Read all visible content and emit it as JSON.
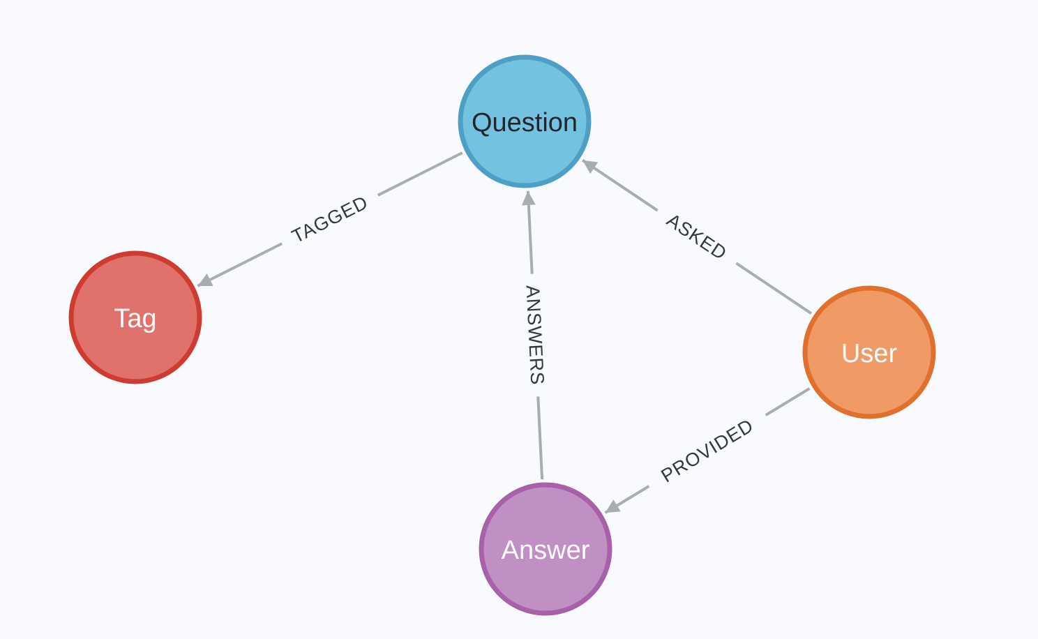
{
  "canvas": {
    "background_color": "#F9FAFD",
    "relationship_line_color": "#A9ACB2",
    "relationship_label_color": "#34373D"
  },
  "graph": {
    "nodes": [
      {
        "id": "question",
        "label": "Question",
        "fill": "#73C2E0",
        "stroke": "#4E9FC6",
        "text_color": "#20262E"
      },
      {
        "id": "tag",
        "label": "Tag",
        "fill": "#E0716B",
        "stroke": "#CE3C31",
        "text_color": "#FFFFFF"
      },
      {
        "id": "user",
        "label": "User",
        "fill": "#F09A66",
        "stroke": "#E0702E",
        "text_color": "#FFFFFF"
      },
      {
        "id": "answer",
        "label": "Answer",
        "fill": "#C08FC4",
        "stroke": "#A661A8",
        "text_color": "#FFFFFF"
      }
    ],
    "relationships": [
      {
        "type": "TAGGED",
        "from": "Question",
        "to": "Tag"
      },
      {
        "type": "ASKED",
        "from": "User",
        "to": "Question"
      },
      {
        "type": "ANSWERS",
        "from": "Answer",
        "to": "Question"
      },
      {
        "type": "PROVIDED",
        "from": "User",
        "to": "Answer"
      }
    ]
  }
}
